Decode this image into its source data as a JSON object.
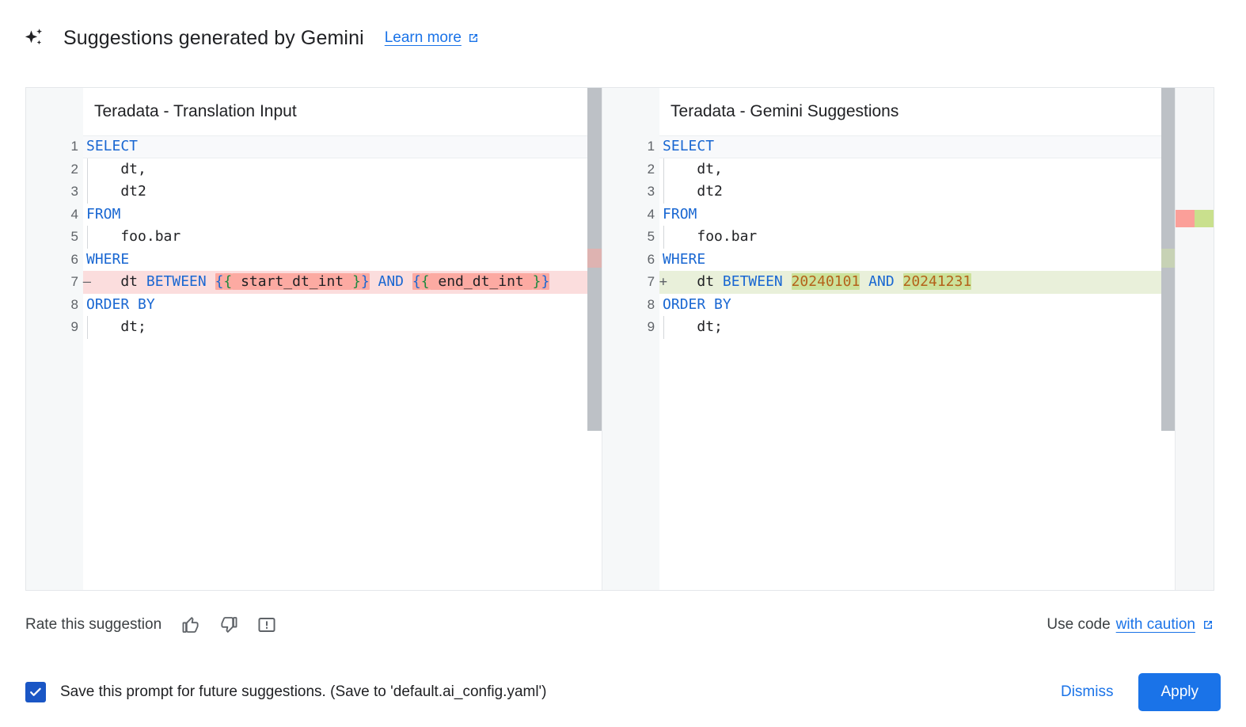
{
  "header": {
    "icon": "sparkle-icon",
    "title": "Suggestions generated by Gemini",
    "learn_more_label": "Learn more",
    "external_icon": "external-link-icon"
  },
  "diff": {
    "left": {
      "title": "Teradata - Translation Input",
      "lines": [
        {
          "n": "1",
          "sign": "",
          "kind": "normal",
          "indent": false,
          "tokens": [
            {
              "t": "SELECT",
              "c": "kw"
            }
          ]
        },
        {
          "n": "2",
          "sign": "",
          "kind": "normal",
          "indent": true,
          "tokens": [
            {
              "t": "    dt,",
              "c": "id"
            }
          ]
        },
        {
          "n": "3",
          "sign": "",
          "kind": "normal",
          "indent": true,
          "tokens": [
            {
              "t": "    dt2",
              "c": "id"
            }
          ]
        },
        {
          "n": "4",
          "sign": "",
          "kind": "normal",
          "indent": false,
          "tokens": [
            {
              "t": "FROM",
              "c": "kw"
            }
          ]
        },
        {
          "n": "5",
          "sign": "",
          "kind": "normal",
          "indent": true,
          "tokens": [
            {
              "t": "    foo.bar",
              "c": "id"
            }
          ]
        },
        {
          "n": "6",
          "sign": "",
          "kind": "normal",
          "indent": false,
          "tokens": [
            {
              "t": "WHERE",
              "c": "kw"
            }
          ]
        },
        {
          "n": "7",
          "sign": "—",
          "kind": "del",
          "indent": false,
          "tokens": [
            {
              "t": "    dt ",
              "c": "id"
            },
            {
              "t": "BETWEEN",
              "c": "kw"
            },
            {
              "t": " ",
              "c": "id"
            },
            {
              "t": "{",
              "c": "brk1",
              "hl": "del"
            },
            {
              "t": "{",
              "c": "brk2",
              "hl": "del"
            },
            {
              "t": " start_dt_int ",
              "c": "id",
              "hl": "del"
            },
            {
              "t": "}",
              "c": "brk2",
              "hl": "del"
            },
            {
              "t": "}",
              "c": "brk1",
              "hl": "del"
            },
            {
              "t": " ",
              "c": "id"
            },
            {
              "t": "AND",
              "c": "kw"
            },
            {
              "t": " ",
              "c": "id"
            },
            {
              "t": "{",
              "c": "brk1",
              "hl": "del"
            },
            {
              "t": "{",
              "c": "brk2",
              "hl": "del"
            },
            {
              "t": " end_dt_int ",
              "c": "id",
              "hl": "del"
            },
            {
              "t": "}",
              "c": "brk2",
              "hl": "del"
            },
            {
              "t": "}",
              "c": "brk1",
              "hl": "del"
            }
          ]
        },
        {
          "n": "8",
          "sign": "",
          "kind": "normal",
          "indent": false,
          "tokens": [
            {
              "t": "ORDER BY",
              "c": "kw"
            }
          ]
        },
        {
          "n": "9",
          "sign": "",
          "kind": "normal",
          "indent": true,
          "tokens": [
            {
              "t": "    dt;",
              "c": "id"
            }
          ]
        }
      ]
    },
    "right": {
      "title": "Teradata - Gemini Suggestions",
      "lines": [
        {
          "n": "1",
          "sign": "",
          "kind": "normal",
          "indent": false,
          "tokens": [
            {
              "t": "SELECT",
              "c": "kw"
            }
          ]
        },
        {
          "n": "2",
          "sign": "",
          "kind": "normal",
          "indent": true,
          "tokens": [
            {
              "t": "    dt,",
              "c": "id"
            }
          ]
        },
        {
          "n": "3",
          "sign": "",
          "kind": "normal",
          "indent": true,
          "tokens": [
            {
              "t": "    dt2",
              "c": "id"
            }
          ]
        },
        {
          "n": "4",
          "sign": "",
          "kind": "normal",
          "indent": false,
          "tokens": [
            {
              "t": "FROM",
              "c": "kw"
            }
          ]
        },
        {
          "n": "5",
          "sign": "",
          "kind": "normal",
          "indent": true,
          "tokens": [
            {
              "t": "    foo.bar",
              "c": "id"
            }
          ]
        },
        {
          "n": "6",
          "sign": "",
          "kind": "normal",
          "indent": false,
          "tokens": [
            {
              "t": "WHERE",
              "c": "kw"
            }
          ]
        },
        {
          "n": "7",
          "sign": "+",
          "kind": "add",
          "indent": false,
          "tokens": [
            {
              "t": "    dt ",
              "c": "id"
            },
            {
              "t": "BETWEEN",
              "c": "kw"
            },
            {
              "t": " ",
              "c": "id"
            },
            {
              "t": "20240101",
              "c": "num",
              "hl": "add"
            },
            {
              "t": " ",
              "c": "id"
            },
            {
              "t": "AND",
              "c": "kw"
            },
            {
              "t": " ",
              "c": "id"
            },
            {
              "t": "20241231",
              "c": "num",
              "hl": "add"
            }
          ]
        },
        {
          "n": "8",
          "sign": "",
          "kind": "normal",
          "indent": false,
          "tokens": [
            {
              "t": "ORDER BY",
              "c": "kw"
            }
          ]
        },
        {
          "n": "9",
          "sign": "",
          "kind": "normal",
          "indent": true,
          "tokens": [
            {
              "t": "    dt;",
              "c": "id"
            }
          ]
        }
      ]
    },
    "colors": {
      "keyword": "#1967d2",
      "number": "#b4621a",
      "bracket_outer": "#1967d2",
      "bracket_inner": "#1e8a3e",
      "deleted_line_bg": "#fbdddd",
      "deleted_token_bg": "#fcaaa2",
      "added_line_bg": "#e9f0da",
      "added_token_bg": "#cce29b",
      "gutter_bg": "#f6f8f9",
      "scrollbar_thumb": "#bdc1c6"
    }
  },
  "rate": {
    "label": "Rate this suggestion",
    "thumb_up_icon": "thumb-up-icon",
    "thumb_down_icon": "thumb-down-icon",
    "report_icon": "report-feedback-icon",
    "use_code_prefix": "Use code",
    "use_code_link": "with caution",
    "external_icon": "external-link-icon"
  },
  "bottom": {
    "checkbox_checked": true,
    "checkbox_label": "Save this prompt for future suggestions. (Save to 'default.ai_config.yaml')",
    "dismiss_label": "Dismiss",
    "apply_label": "Apply",
    "apply_color": "#1a73e8"
  }
}
